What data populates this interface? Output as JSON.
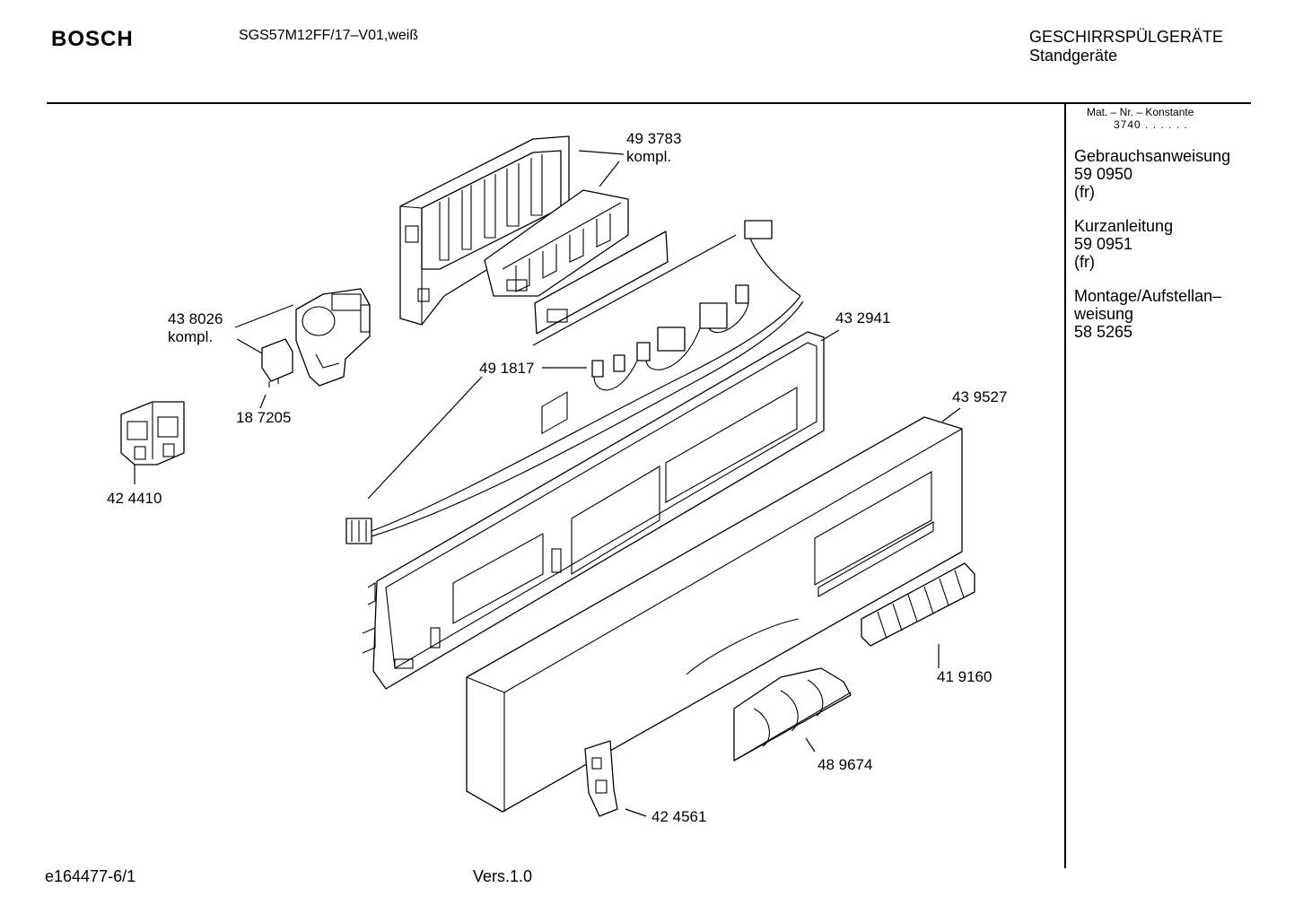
{
  "header": {
    "brand": "BOSCH",
    "model": "SGS57M12FF/17–V01,weiß",
    "category_line1": "GESCHIRRSPÜLGERÄTE",
    "category_line2": "Standgeräte"
  },
  "sidebar": {
    "mat_label": "Mat. – Nr. – Konstante",
    "mat_value": "3740 . . . . . .",
    "documents": [
      {
        "line1": "Gebrauchsanweisung",
        "line2": "59 0950",
        "line3": "(fr)"
      },
      {
        "line1": "Kurzanleitung",
        "line2": "59 0951",
        "line3": "(fr)"
      },
      {
        "line1": "Montage/Aufstellan–",
        "line2": "weisung",
        "line3": "58 5265"
      }
    ]
  },
  "parts": {
    "p493783": {
      "number": "49 3783",
      "note": "kompl."
    },
    "p438026": {
      "number": "43 8026",
      "note": "kompl."
    },
    "p187205": {
      "number": "18 7205"
    },
    "p424410": {
      "number": "42 4410"
    },
    "p491817": {
      "number": "49 1817"
    },
    "p432941": {
      "number": "43 2941"
    },
    "p439527": {
      "number": "43 9527"
    },
    "p419160": {
      "number": "41 9160"
    },
    "p489674": {
      "number": "48 9674"
    },
    "p424561": {
      "number": "42 4561"
    }
  },
  "footer": {
    "drawing_id": "e164477-6/1",
    "version": "Vers.1.0"
  }
}
